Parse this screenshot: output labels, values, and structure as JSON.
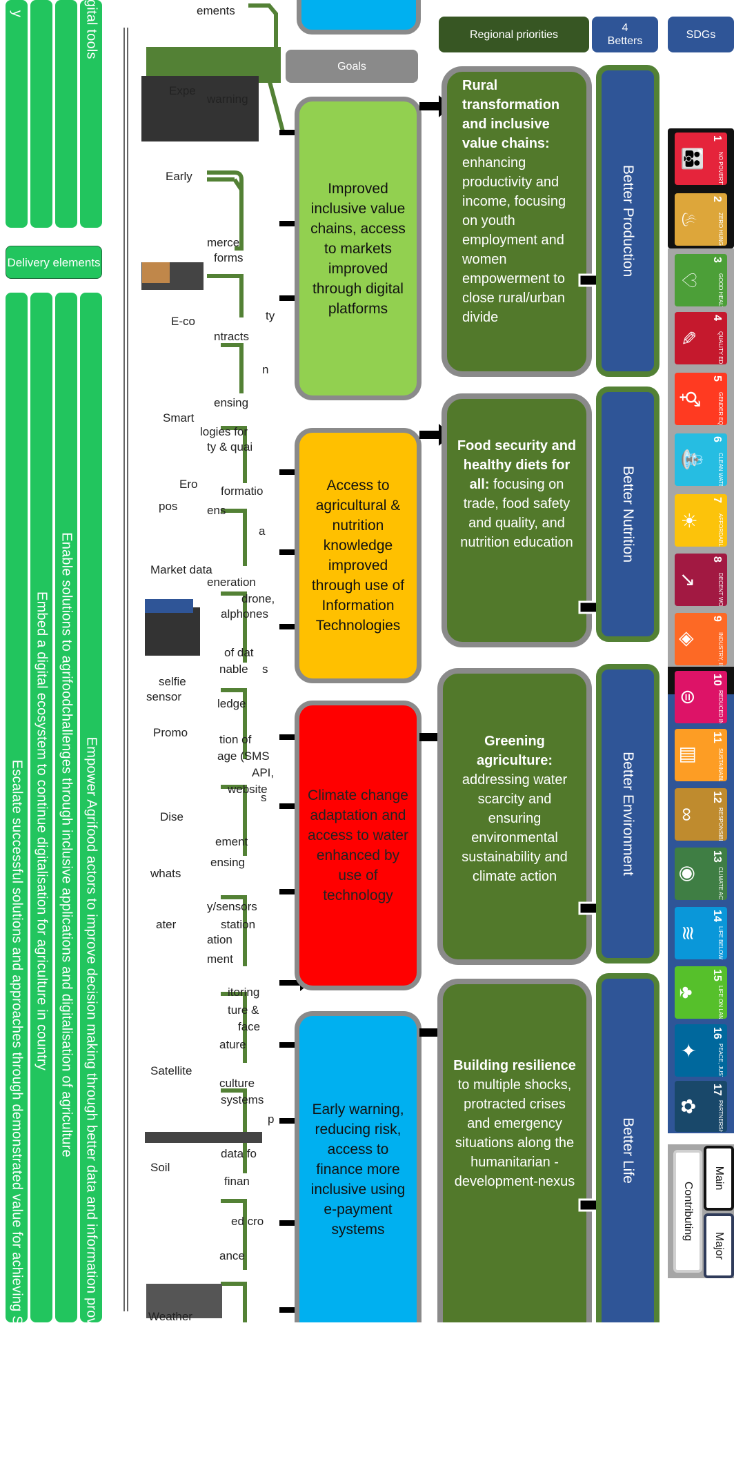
{
  "header": {
    "regional_priorities": "Regional priorities",
    "four_betters": "4 Betters",
    "sdgs": "SDGs",
    "goals": "Goals"
  },
  "left_bars": [
    {
      "text": "Escalate successful solutions and approaches through demonstrated value for achieving SDGs and sustainabili"
    },
    {
      "text": "Embed a digital ecosystem to continue digitalisation for agriculture in country"
    },
    {
      "text": "Enable solutions to agrifoodchallenges through inclusive applications and digitalisation of agriculture"
    },
    {
      "text": "Empower Agrifood actors to improve decision making through better data and information provision and analysis with d"
    }
  ],
  "top_bar_fragments": {
    "a": "y",
    "b": "igital tools"
  },
  "delivery_elements": "Delivery elements",
  "goals": [
    {
      "text": "Improved inclusive value chains, access to markets improved through digital platforms",
      "color": "#92d050"
    },
    {
      "text": "Access to agricultural & nutrition knowledge improved through use of Information Technologies",
      "color": "#ffc000"
    },
    {
      "text": "Climate change adaptation and access to water enhanced by use of technology",
      "color": "#ff0000"
    },
    {
      "text": "Early warning, reducing risk, access to finance more inclusive using e-payment systems",
      "color": "#00b0f0"
    }
  ],
  "regions": [
    {
      "bold": "Rural transformation and inclusive value chains:",
      "rest": "enhancing productivity and income, focusing on youth employment and women empowerment to close rural/urban divide"
    },
    {
      "bold": "Food security and healthy diets for all:",
      "rest": "focusing on trade, food safety and quality, and nutrition education"
    },
    {
      "bold": "Greening agriculture:",
      "rest": "addressing water scarcity and ensuring environmental sustainability and climate action"
    },
    {
      "bold": "Building resilience",
      "rest": "to multiple shocks, protracted crises and emergency situations along the humanitarian - development-nexus"
    }
  ],
  "betters": [
    {
      "text": "Better Production"
    },
    {
      "text": "Better Nutrition"
    },
    {
      "text": "Better Environment"
    },
    {
      "text": "Better Life"
    }
  ],
  "sdgs": [
    {
      "num": "1",
      "label": "NO POVERTY",
      "color": "#e5243b",
      "icon": "family-icon",
      "glyph": "👪"
    },
    {
      "num": "2",
      "label": "ZERO HUNGER",
      "color": "#dda63a",
      "icon": "bowl-icon",
      "glyph": "♨"
    },
    {
      "num": "3",
      "label": "GOOD HEALTH AND WELL-BEING",
      "color": "#4c9f38",
      "icon": "heartbeat-icon",
      "glyph": "♡"
    },
    {
      "num": "4",
      "label": "QUALITY EDUCATION",
      "color": "#c5192d",
      "icon": "book-icon",
      "glyph": "✎"
    },
    {
      "num": "5",
      "label": "GENDER EQUALITY",
      "color": "#ff3a21",
      "icon": "gender-icon",
      "glyph": "⚥"
    },
    {
      "num": "6",
      "label": "CLEAN WATER AND SANITATION",
      "color": "#26bde2",
      "icon": "water-icon",
      "glyph": "⛲"
    },
    {
      "num": "7",
      "label": "AFFORDABLE AND CLEAN ENERGY",
      "color": "#fcc30b",
      "icon": "sun-icon",
      "glyph": "☀"
    },
    {
      "num": "8",
      "label": "DECENT WORK AND ECONOMIC GROWTH",
      "color": "#a21942",
      "icon": "growth-icon",
      "glyph": "↗"
    },
    {
      "num": "9",
      "label": "INDUSTRY, INNOVATION AND INFRASTRUCTURE",
      "color": "#fd6925",
      "icon": "cubes-icon",
      "glyph": "◈"
    },
    {
      "num": "10",
      "label": "REDUCED INEQUALITIES",
      "color": "#dd1367",
      "icon": "equal-icon",
      "glyph": "⊜"
    },
    {
      "num": "11",
      "label": "SUSTAINABLE CITIES AND COMMUNITIES",
      "color": "#fd9d24",
      "icon": "city-icon",
      "glyph": "▥"
    },
    {
      "num": "12",
      "label": "RESPONSIBLE CONSUMPTION AND PRODUCTION",
      "color": "#bf8b2e",
      "icon": "infinity-icon",
      "glyph": "∞"
    },
    {
      "num": "13",
      "label": "CLIMATE ACTION",
      "color": "#3f7e44",
      "icon": "eye-globe-icon",
      "glyph": "◉"
    },
    {
      "num": "14",
      "label": "LIFE BELOW WATER",
      "color": "#0a97d9",
      "icon": "fish-icon",
      "glyph": "≋"
    },
    {
      "num": "15",
      "label": "LIFE ON LAND",
      "color": "#56c02b",
      "icon": "tree-icon",
      "glyph": "♣"
    },
    {
      "num": "16",
      "label": "PEACE, JUSTICE AND STRONG INSTITUTIONS",
      "color": "#00689d",
      "icon": "dove-icon",
      "glyph": "✦"
    },
    {
      "num": "17",
      "label": "PARTNERSHIPS FOR THE GOALS",
      "color": "#19486a",
      "icon": "rings-icon",
      "glyph": "✿"
    }
  ],
  "legend": {
    "main": "Main",
    "major": "Major",
    "contributing": "Contributing"
  },
  "left_fragments": [
    "ements",
    "Expe",
    "warning",
    "Early",
    "merce",
    "forms",
    "E-co",
    "ty",
    "ntracts",
    "n",
    "ensing",
    "Smart",
    "logies for",
    "ty & quai",
    "Ero",
    "formatio",
    "pos",
    "ens",
    "a",
    "Market data",
    "eneration",
    "drone,",
    "alphones",
    "of dat",
    "nable",
    "s",
    "selfie",
    "sensor",
    "ledge",
    "Promo",
    "tion of",
    "age (SMS",
    "API,",
    "website",
    "s",
    "Dise",
    "ement",
    "ensing",
    "whats",
    "y/sensors",
    "ater",
    "station",
    "ation",
    "ment",
    "itoring",
    "ture &",
    "face",
    "ature",
    "Satellite",
    "culture",
    "systems",
    "p",
    "data fo",
    "Soil",
    "finan",
    "ed cro",
    "ance",
    "Weather"
  ]
}
